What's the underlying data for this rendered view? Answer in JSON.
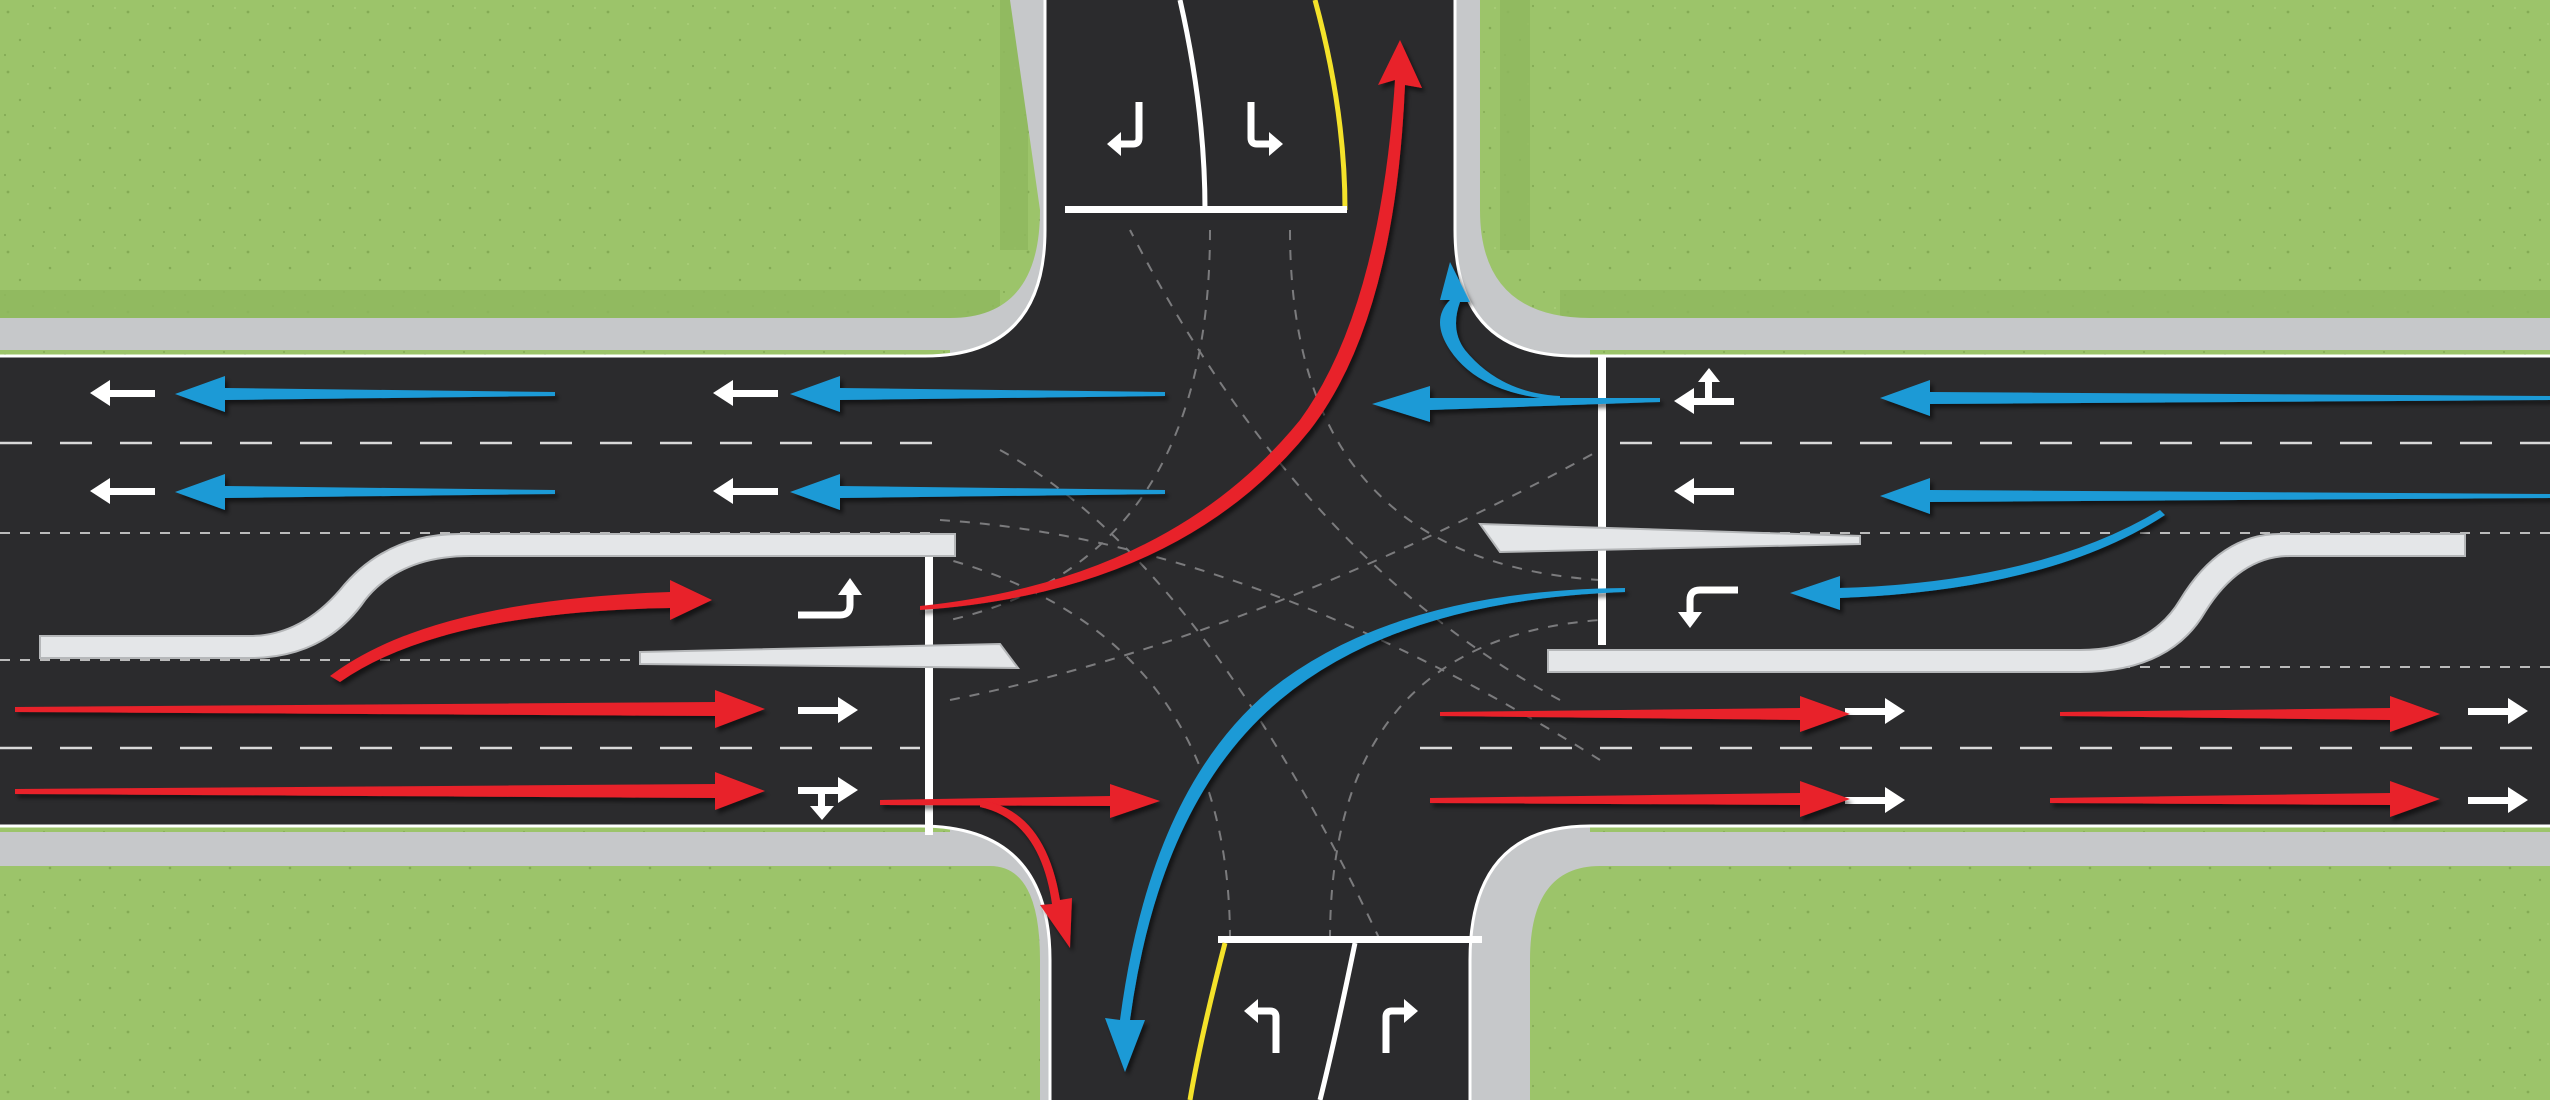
{
  "title": "",
  "colors": {
    "grass": "#9cc46a",
    "grass_dark": "#8fb85e",
    "grass_speck": "#7fa650",
    "asphalt": "#2b2b2d",
    "curb": "#c9cbcd",
    "curb_edge": "#eef0f1",
    "lane_white": "#ffffff",
    "lane_yellow": "#f4e22a",
    "gore": "#e4e6e8",
    "straight_arrow_red": "#e8202a",
    "turn_arrow_blue": "#1e9ad6",
    "conflict_dash": "#8a8a8c"
  },
  "legend": [],
  "arrow_flows": [
    {
      "name": "eastbound-through-top",
      "color": "red"
    },
    {
      "name": "eastbound-through-bottom",
      "color": "red"
    },
    {
      "name": "eastbound-u-turn",
      "color": "red"
    },
    {
      "name": "eastbound-left-turn-north",
      "color": "red"
    },
    {
      "name": "eastbound-right-turn-south",
      "color": "red"
    },
    {
      "name": "westbound-through",
      "color": "blue"
    },
    {
      "name": "westbound-right-turn-north",
      "color": "blue"
    },
    {
      "name": "westbound-left-turn-south",
      "color": "blue"
    },
    {
      "name": "westbound-u-turn",
      "color": "blue"
    }
  ],
  "pavement_markings": [
    {
      "name": "north-approach-left-arrow-icon",
      "icon": "turn-left-arrow"
    },
    {
      "name": "north-approach-right-arrow-icon",
      "icon": "turn-right-arrow"
    },
    {
      "name": "south-approach-left-arrow-icon",
      "icon": "turn-left-arrow"
    },
    {
      "name": "south-approach-right-arrow-icon",
      "icon": "turn-right-arrow"
    },
    {
      "name": "west-uturn-arrow-icon",
      "icon": "u-turn-arrow"
    },
    {
      "name": "west-through-arrow-icon",
      "icon": "straight-arrow"
    },
    {
      "name": "west-through-right-arrow-icon",
      "icon": "straight-right-arrow"
    },
    {
      "name": "east-through-left-arrow-icon",
      "icon": "straight-left-arrow"
    },
    {
      "name": "east-through-arrow-icon",
      "icon": "straight-arrow"
    },
    {
      "name": "east-left-arrow-icon",
      "icon": "turn-left-arrow"
    }
  ]
}
